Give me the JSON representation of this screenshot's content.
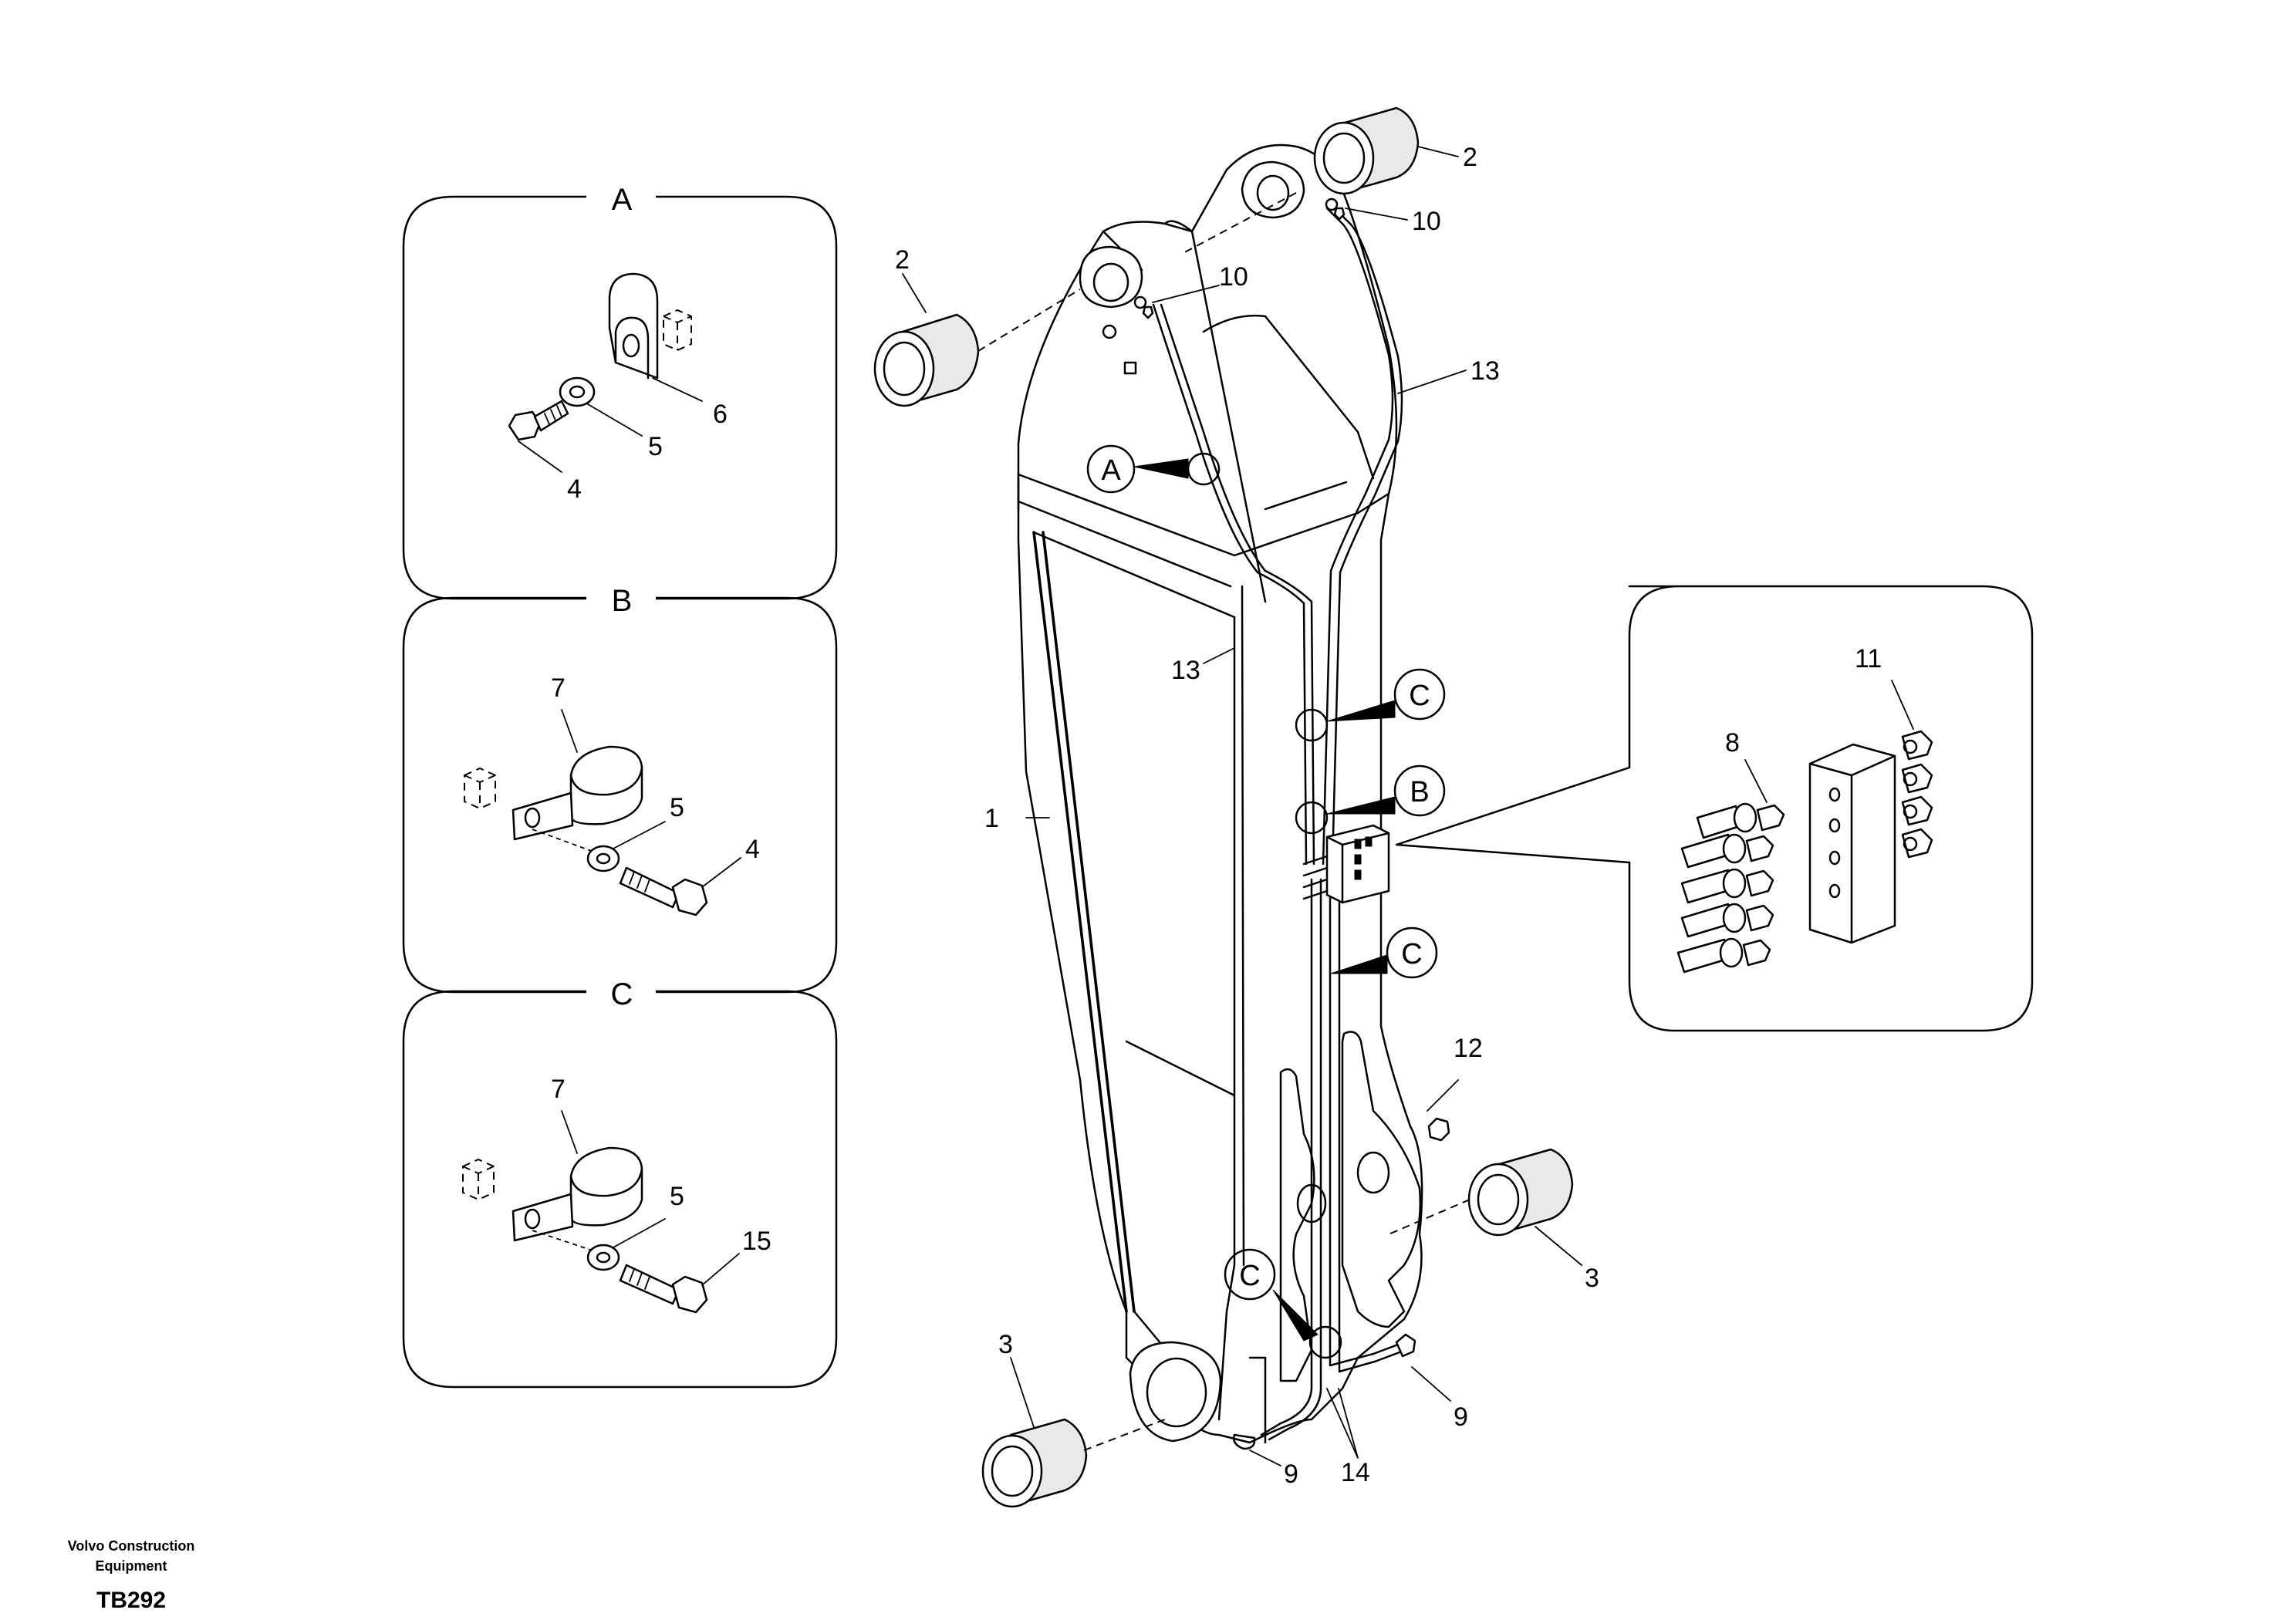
{
  "detail_boxes": {
    "a": {
      "label": "A",
      "parts": {
        "clamp": "6",
        "washer": "5",
        "bolt": "4"
      }
    },
    "b": {
      "label": "B",
      "parts": {
        "clip": "7",
        "washer": "5",
        "bolt": "4"
      }
    },
    "c": {
      "label": "C",
      "parts": {
        "clip": "7",
        "washer": "5",
        "bolt": "15"
      }
    }
  },
  "main": {
    "arm": "1",
    "bushing_top_left": "2",
    "bushing_top_right": "2",
    "bushing_bottom_left": "3",
    "bushing_bottom_right": "3",
    "grease_nipple_upper_left": "10",
    "grease_nipple_upper_right": "10",
    "grease_nipple_bottom_left": "9",
    "grease_nipple_bottom_right": "9",
    "grease_line_upper_right": "13",
    "grease_line_mid": "13",
    "grease_lines_bottom": "14",
    "grease_nipple_side": "12",
    "ref_a": "A",
    "ref_c1": "C",
    "ref_b": "B",
    "ref_c2": "C",
    "ref_c3": "C"
  },
  "manifold_detail": {
    "fitting_8": "8",
    "fitting_11": "11"
  },
  "footer": {
    "company_line1": "Volvo Construction",
    "company_line2": "Equipment",
    "code": "TB292"
  }
}
